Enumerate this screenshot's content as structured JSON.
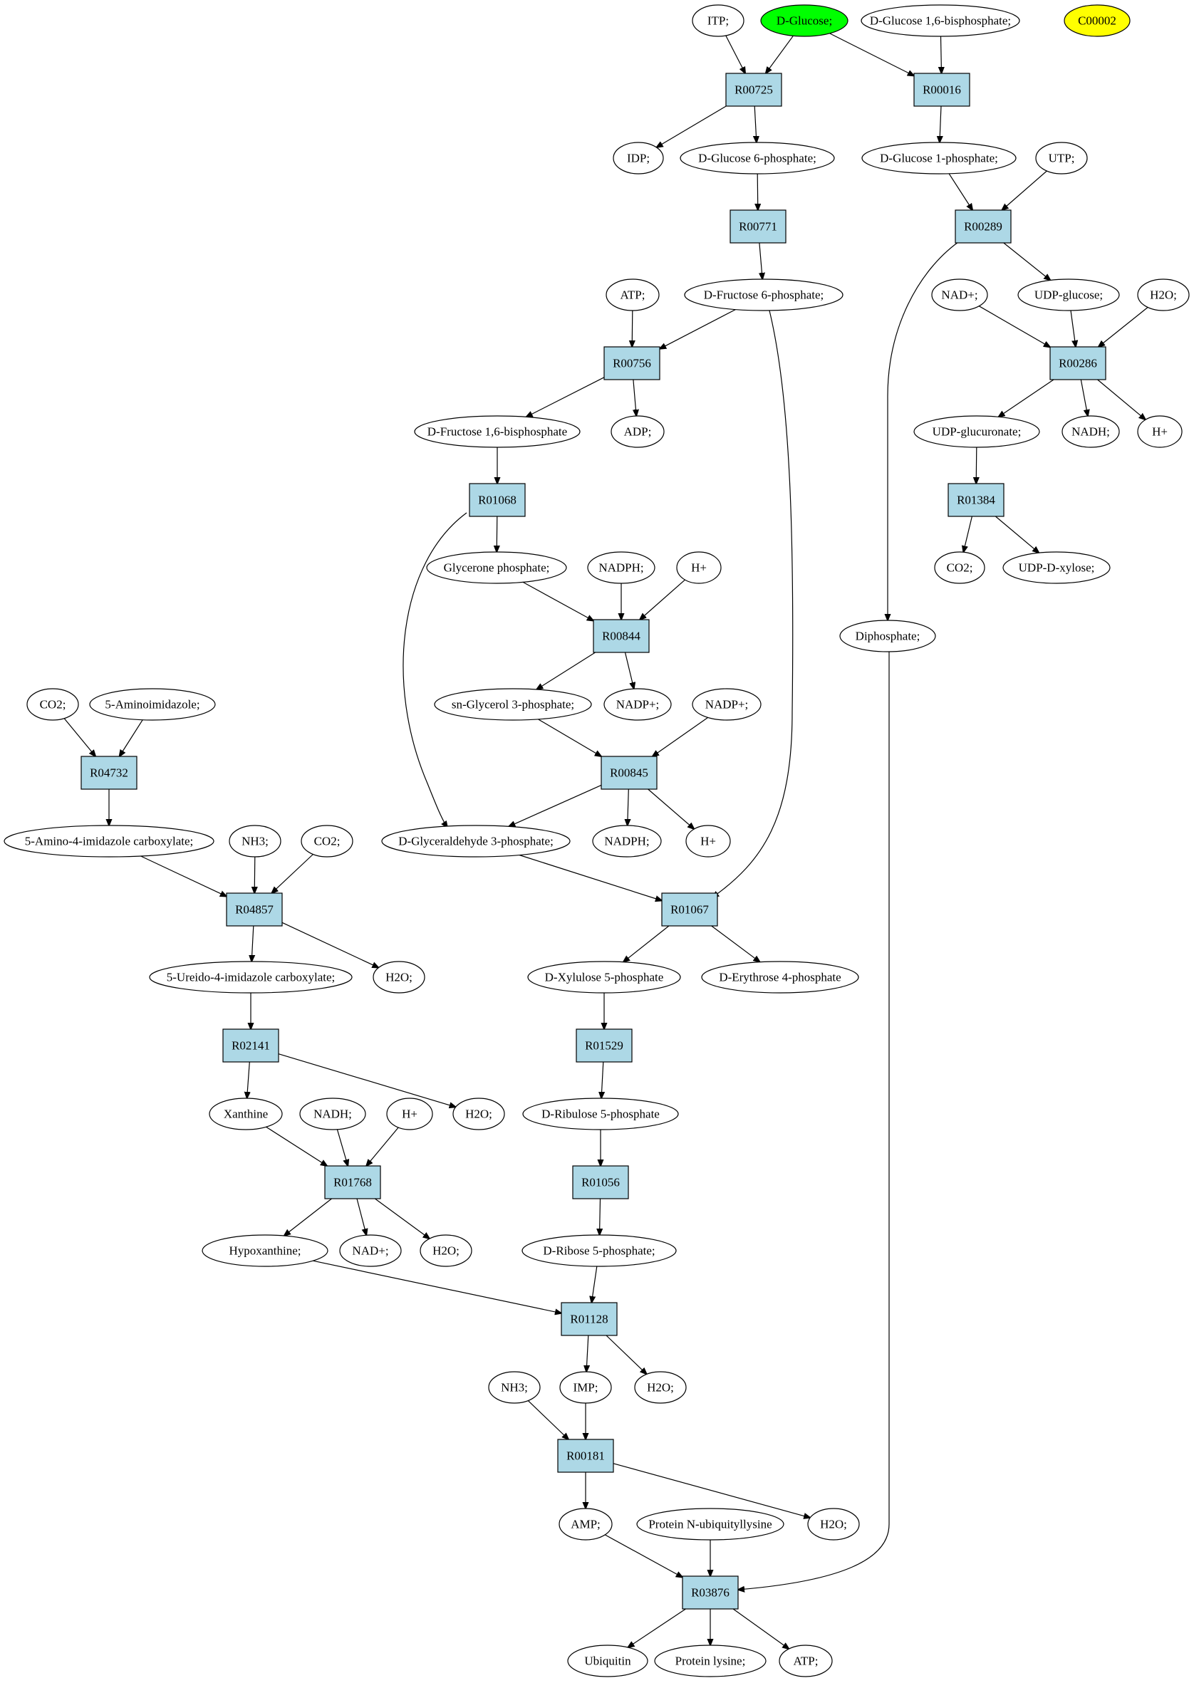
{
  "colors": {
    "reaction_fill": "#add8e6",
    "compound_fill": "#ffffff",
    "highlight_green": "#00ff00",
    "highlight_yellow": "#ffff00",
    "stroke": "#000000"
  },
  "reactions": [
    {
      "id": "R00725",
      "label": "R00725"
    },
    {
      "id": "R00016",
      "label": "R00016"
    },
    {
      "id": "R00771",
      "label": "R00771"
    },
    {
      "id": "R00289",
      "label": "R00289"
    },
    {
      "id": "R00756",
      "label": "R00756"
    },
    {
      "id": "R00286",
      "label": "R00286"
    },
    {
      "id": "R01068",
      "label": "R01068"
    },
    {
      "id": "R01384",
      "label": "R01384"
    },
    {
      "id": "R00844",
      "label": "R00844"
    },
    {
      "id": "R04732",
      "label": "R04732"
    },
    {
      "id": "R00845",
      "label": "R00845"
    },
    {
      "id": "R04857",
      "label": "R04857"
    },
    {
      "id": "R01067",
      "label": "R01067"
    },
    {
      "id": "R02141",
      "label": "R02141"
    },
    {
      "id": "R01529",
      "label": "R01529"
    },
    {
      "id": "R01768",
      "label": "R01768"
    },
    {
      "id": "R01056",
      "label": "R01056"
    },
    {
      "id": "R01128",
      "label": "R01128"
    },
    {
      "id": "R00181",
      "label": "R00181"
    },
    {
      "id": "R03876",
      "label": "R03876"
    }
  ],
  "compounds": [
    {
      "id": "itp",
      "label": "ITP;"
    },
    {
      "id": "glucose",
      "label": "D-Glucose;",
      "fill": "highlight_green"
    },
    {
      "id": "g16bp",
      "label": "D-Glucose 1,6-bisphosphate;"
    },
    {
      "id": "c00002",
      "label": "C00002",
      "fill": "highlight_yellow"
    },
    {
      "id": "idp",
      "label": "IDP;"
    },
    {
      "id": "g6p",
      "label": "D-Glucose 6-phosphate;"
    },
    {
      "id": "g1p",
      "label": "D-Glucose 1-phosphate;"
    },
    {
      "id": "utp",
      "label": "UTP;"
    },
    {
      "id": "atp1",
      "label": "ATP;"
    },
    {
      "id": "f6p",
      "label": "D-Fructose 6-phosphate;"
    },
    {
      "id": "nadp1",
      "label": "NAD+;"
    },
    {
      "id": "udpglc",
      "label": "UDP-glucose;"
    },
    {
      "id": "h2o1",
      "label": "H2O;"
    },
    {
      "id": "fbp",
      "label": "D-Fructose 1,6-bisphosphate"
    },
    {
      "id": "adp",
      "label": "ADP;"
    },
    {
      "id": "udpglcA",
      "label": "UDP-glucuronate;"
    },
    {
      "id": "nadh1",
      "label": "NADH;"
    },
    {
      "id": "hplus1",
      "label": "H+"
    },
    {
      "id": "dhap",
      "label": "Glycerone phosphate;"
    },
    {
      "id": "nadph1",
      "label": "NADPH;"
    },
    {
      "id": "hplus2",
      "label": "H+"
    },
    {
      "id": "co2a",
      "label": "CO2;"
    },
    {
      "id": "udpxyl",
      "label": "UDP-D-xylose;"
    },
    {
      "id": "diphosphate",
      "label": "Diphosphate;"
    },
    {
      "id": "g3pgly",
      "label": "sn-Glycerol 3-phosphate;"
    },
    {
      "id": "nadpplus1",
      "label": "NADP+;"
    },
    {
      "id": "nadpplus2",
      "label": "NADP+;"
    },
    {
      "id": "co2b",
      "label": "CO2;"
    },
    {
      "id": "aminoimid",
      "label": "5-Aminoimidazole;"
    },
    {
      "id": "aica",
      "label": "5-Amino-4-imidazole carboxylate;"
    },
    {
      "id": "nh3a",
      "label": "NH3;"
    },
    {
      "id": "co2c",
      "label": "CO2;"
    },
    {
      "id": "gap",
      "label": "D-Glyceraldehyde 3-phosphate;"
    },
    {
      "id": "nadph2",
      "label": "NADPH;"
    },
    {
      "id": "hplus3",
      "label": "H+"
    },
    {
      "id": "uica",
      "label": "5-Ureido-4-imidazole carboxylate;"
    },
    {
      "id": "h2o2",
      "label": "H2O;"
    },
    {
      "id": "xu5p",
      "label": "D-Xylulose 5-phosphate"
    },
    {
      "id": "e4p",
      "label": "D-Erythrose 4-phosphate"
    },
    {
      "id": "xanthine",
      "label": "Xanthine"
    },
    {
      "id": "nadh2",
      "label": "NADH;"
    },
    {
      "id": "hplus4",
      "label": "H+"
    },
    {
      "id": "h2o3",
      "label": "H2O;"
    },
    {
      "id": "ru5p",
      "label": "D-Ribulose 5-phosphate"
    },
    {
      "id": "hypox",
      "label": "Hypoxanthine;"
    },
    {
      "id": "nadplus2",
      "label": "NAD+;"
    },
    {
      "id": "h2o4",
      "label": "H2O;"
    },
    {
      "id": "r5p",
      "label": "D-Ribose 5-phosphate;"
    },
    {
      "id": "nh3b",
      "label": "NH3;"
    },
    {
      "id": "imp",
      "label": "IMP;"
    },
    {
      "id": "h2o5",
      "label": "H2O;"
    },
    {
      "id": "amp",
      "label": "AMP;"
    },
    {
      "id": "pnul",
      "label": "Protein N-ubiquityllysine"
    },
    {
      "id": "h2o6",
      "label": "H2O;"
    },
    {
      "id": "ubiquitin",
      "label": "Ubiquitin"
    },
    {
      "id": "plys",
      "label": "Protein lysine;"
    },
    {
      "id": "atp2",
      "label": "ATP;"
    }
  ],
  "edges": [
    [
      "itp",
      "R00725"
    ],
    [
      "glucose",
      "R00725"
    ],
    [
      "R00725",
      "idp"
    ],
    [
      "R00725",
      "g6p"
    ],
    [
      "glucose",
      "R00016"
    ],
    [
      "g16bp",
      "R00016"
    ],
    [
      "R00016",
      "g1p"
    ],
    [
      "g6p",
      "R00771"
    ],
    [
      "R00771",
      "f6p"
    ],
    [
      "g1p",
      "R00289"
    ],
    [
      "utp",
      "R00289"
    ],
    [
      "R00289",
      "udpglc"
    ],
    [
      "R00289",
      "diphosphate"
    ],
    [
      "atp1",
      "R00756"
    ],
    [
      "f6p",
      "R00756"
    ],
    [
      "R00756",
      "fbp"
    ],
    [
      "R00756",
      "adp"
    ],
    [
      "nadp1",
      "R00286"
    ],
    [
      "udpglc",
      "R00286"
    ],
    [
      "h2o1",
      "R00286"
    ],
    [
      "R00286",
      "udpglcA"
    ],
    [
      "R00286",
      "nadh1"
    ],
    [
      "R00286",
      "hplus1"
    ],
    [
      "fbp",
      "R01068"
    ],
    [
      "R01068",
      "dhap"
    ],
    [
      "R01068",
      "gap"
    ],
    [
      "udpglcA",
      "R01384"
    ],
    [
      "R01384",
      "co2a"
    ],
    [
      "R01384",
      "udpxyl"
    ],
    [
      "dhap",
      "R00844"
    ],
    [
      "nadph1",
      "R00844"
    ],
    [
      "hplus2",
      "R00844"
    ],
    [
      "R00844",
      "g3pgly"
    ],
    [
      "R00844",
      "nadpplus1"
    ],
    [
      "co2b",
      "R04732"
    ],
    [
      "aminoimid",
      "R04732"
    ],
    [
      "R04732",
      "aica"
    ],
    [
      "g3pgly",
      "R00845"
    ],
    [
      "nadpplus2",
      "R00845"
    ],
    [
      "R00845",
      "gap"
    ],
    [
      "R00845",
      "nadph2"
    ],
    [
      "R00845",
      "hplus3"
    ],
    [
      "aica",
      "R04857"
    ],
    [
      "nh3a",
      "R04857"
    ],
    [
      "co2c",
      "R04857"
    ],
    [
      "R04857",
      "uica"
    ],
    [
      "R04857",
      "h2o2"
    ],
    [
      "gap",
      "R01067"
    ],
    [
      "f6p",
      "R01067"
    ],
    [
      "R01067",
      "xu5p"
    ],
    [
      "R01067",
      "e4p"
    ],
    [
      "uica",
      "R02141"
    ],
    [
      "R02141",
      "xanthine"
    ],
    [
      "R02141",
      "h2o3"
    ],
    [
      "xu5p",
      "R01529"
    ],
    [
      "R01529",
      "ru5p"
    ],
    [
      "xanthine",
      "R01768"
    ],
    [
      "nadh2",
      "R01768"
    ],
    [
      "hplus4",
      "R01768"
    ],
    [
      "R01768",
      "hypox"
    ],
    [
      "R01768",
      "nadplus2"
    ],
    [
      "R01768",
      "h2o4"
    ],
    [
      "ru5p",
      "R01056"
    ],
    [
      "R01056",
      "r5p"
    ],
    [
      "hypox",
      "R01128"
    ],
    [
      "r5p",
      "R01128"
    ],
    [
      "R01128",
      "imp"
    ],
    [
      "R01128",
      "h2o5"
    ],
    [
      "nh3b",
      "R00181"
    ],
    [
      "imp",
      "R00181"
    ],
    [
      "R00181",
      "amp"
    ],
    [
      "R00181",
      "h2o6"
    ],
    [
      "amp",
      "R03876"
    ],
    [
      "pnul",
      "R03876"
    ],
    [
      "diphosphate",
      "R03876"
    ],
    [
      "R03876",
      "ubiquitin"
    ],
    [
      "R03876",
      "plys"
    ],
    [
      "R03876",
      "atp2"
    ]
  ]
}
